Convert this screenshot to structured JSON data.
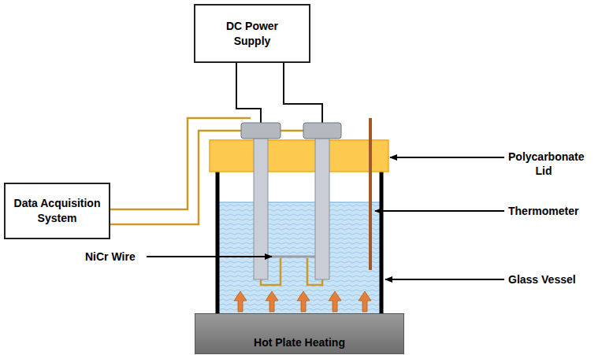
{
  "diagram": {
    "nodes": [
      {
        "text": [
          "DC Power Supply"
        ]
      },
      {
        "text": [
          "Data Acquisition System"
        ]
      },
      {
        "text": [
          "Hot Plate Heating"
        ]
      }
    ],
    "labels": [
      "Polycarbonate Lid",
      "Thermometer",
      "Glass Vessel",
      "NiCr Wire"
    ]
  }
}
